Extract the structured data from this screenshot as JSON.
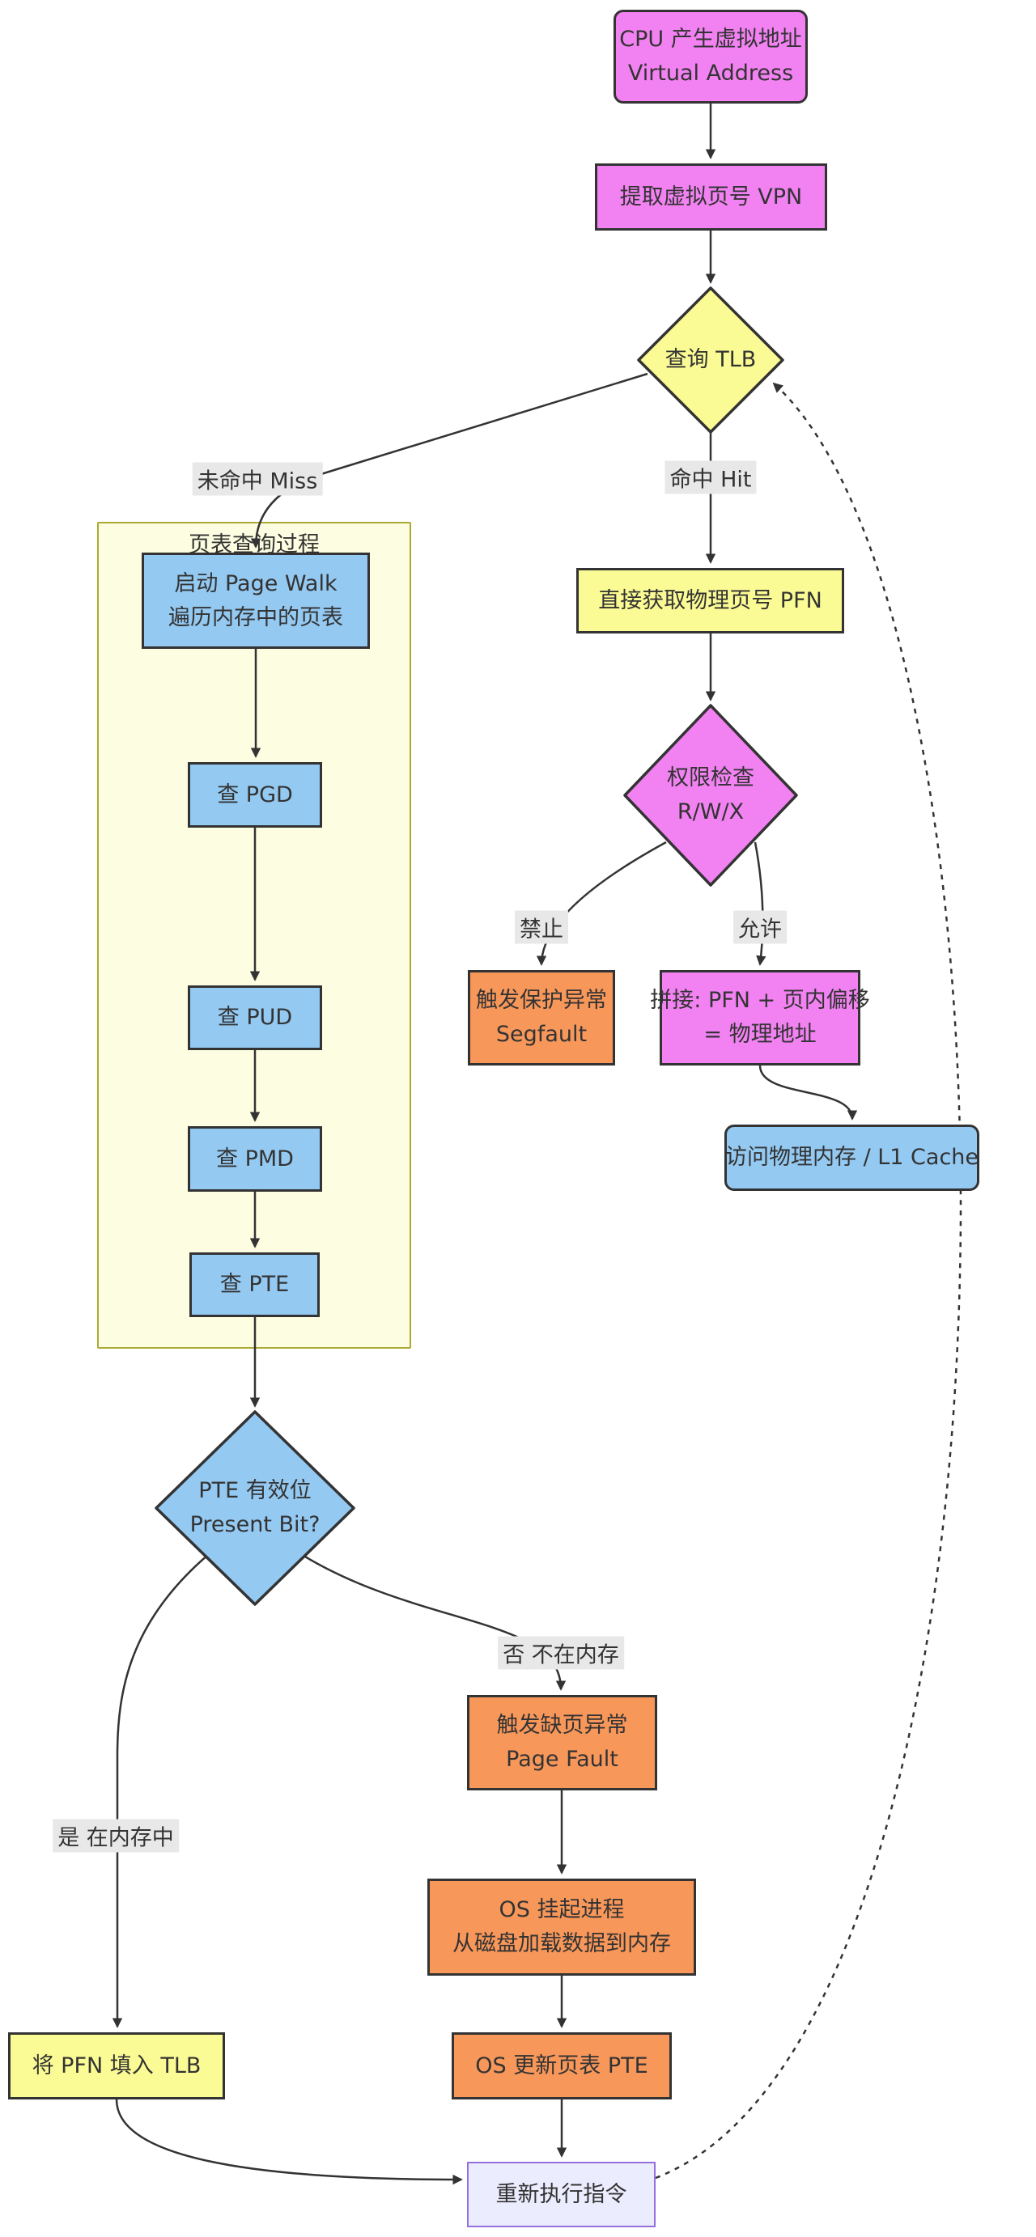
{
  "diagram": {
    "cluster_title": "页表查询过程",
    "nodes": {
      "va": {
        "line1": "CPU 产生虚拟地址",
        "line2": "Virtual Address"
      },
      "vpn": {
        "label": "提取虚拟页号 VPN"
      },
      "tlb": {
        "label": "查询 TLB"
      },
      "pagewalk": {
        "line1": "启动 Page Walk",
        "line2": "遍历内存中的页表"
      },
      "pgd": {
        "label": "查 PGD"
      },
      "pud": {
        "label": "查 PUD"
      },
      "pmd": {
        "label": "查 PMD"
      },
      "pte": {
        "label": "查 PTE"
      },
      "pfn": {
        "label": "直接获取物理页号 PFN"
      },
      "perm": {
        "line1": "权限检查",
        "line2": "R/W/X"
      },
      "segfault": {
        "line1": "触发保护异常",
        "line2": "Segfault"
      },
      "concat": {
        "line1": "拼接: PFN + 页内偏移",
        "line2": "= 物理地址"
      },
      "mem": {
        "label": "访问物理内存 / L1 Cache"
      },
      "present": {
        "line1": "PTE 有效位",
        "line2": "Present Bit?"
      },
      "pagefault": {
        "line1": "触发缺页异常",
        "line2": "Page Fault"
      },
      "oswait": {
        "line1": "OS 挂起进程",
        "line2": "从磁盘加载数据到内存"
      },
      "filltlb": {
        "label": "将 PFN 填入 TLB"
      },
      "osupdate": {
        "label": "OS 更新页表 PTE"
      },
      "retry": {
        "label": "重新执行指令"
      }
    },
    "edge_labels": {
      "miss": "未命中 Miss",
      "hit": "命中 Hit",
      "deny": "禁止",
      "allow": "允许",
      "no": "否 不在内存",
      "yes": "是 在内存中"
    },
    "colors": {
      "magenta": "#f282f2",
      "yellow": "#fbfb95",
      "blue": "#94c9f2",
      "orange": "#f8975a",
      "default_node_fill": "#ececff",
      "default_node_border": "#9370db",
      "cluster_fill": "#fdfde1",
      "cluster_border": "#aaaa33",
      "edge": "#333333",
      "edge_label_bg": "#e8e8e8",
      "text": "#333333"
    }
  }
}
